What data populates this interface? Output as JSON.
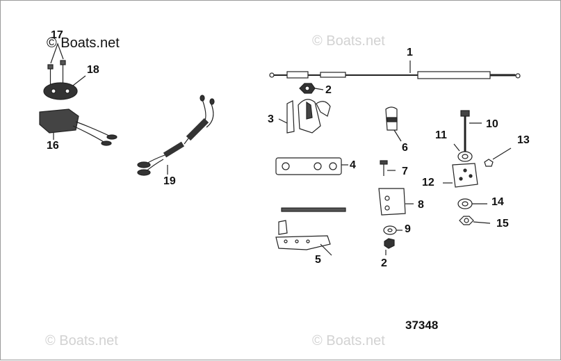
{
  "watermarks": {
    "top_left": "© Boats.net",
    "top_center": "© Boats.net",
    "bottom_left": "© Boats.net",
    "bottom_center": "© Boats.net"
  },
  "figure_number": "37348",
  "callouts": {
    "c1": "1",
    "c2a": "2",
    "c2b": "2",
    "c3": "3",
    "c4": "4",
    "c5": "5",
    "c6": "6",
    "c7": "7",
    "c8": "8",
    "c9": "9",
    "c10": "10",
    "c11": "11",
    "c12": "12",
    "c13": "13",
    "c14": "14",
    "c15": "15",
    "c16": "16",
    "c17": "17",
    "c18": "18",
    "c19": "19"
  }
}
